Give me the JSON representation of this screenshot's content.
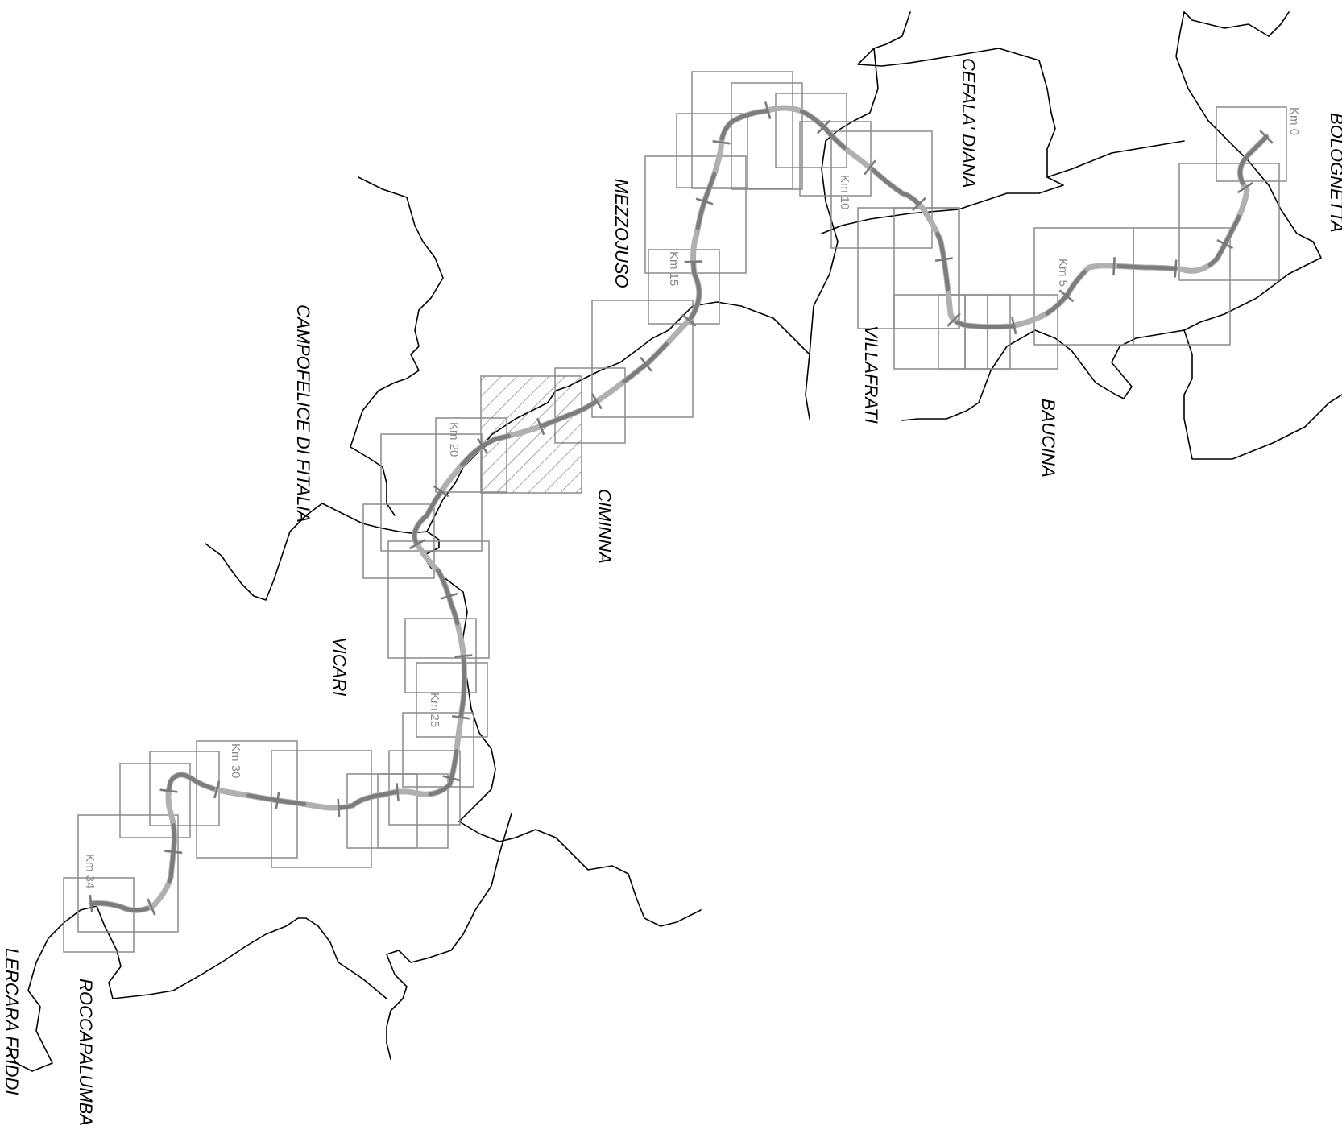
{
  "map": {
    "towns": [
      {
        "id": "bolognetta",
        "label": "BOLOGNETTA"
      },
      {
        "id": "cefala-diana",
        "label": "CEFALA' DIANA"
      },
      {
        "id": "mezzojuso",
        "label": "MEZZOJUSO"
      },
      {
        "id": "villafrati",
        "label": "VILLAFRATI"
      },
      {
        "id": "baucina",
        "label": "BAUCINA"
      },
      {
        "id": "campofelice",
        "label": "CAMPOFELICE DI FITALIA"
      },
      {
        "id": "ciminna",
        "label": "CIMINNA"
      },
      {
        "id": "vicari",
        "label": "VICARI"
      },
      {
        "id": "roccapalumba",
        "label": "ROCCAPALUMBA"
      },
      {
        "id": "lercara",
        "label": "LERCARA FRIDDI"
      }
    ],
    "km_markers": [
      {
        "id": "km0",
        "label": "Km 0"
      },
      {
        "id": "km5",
        "label": "Km 5"
      },
      {
        "id": "km10",
        "label": "Km 10"
      },
      {
        "id": "km15",
        "label": "Km 15"
      },
      {
        "id": "km20",
        "label": "Km 20"
      },
      {
        "id": "km25",
        "label": "Km 25"
      },
      {
        "id": "km30",
        "label": "Km 30"
      },
      {
        "id": "km34",
        "label": "Km 34"
      }
    ]
  }
}
